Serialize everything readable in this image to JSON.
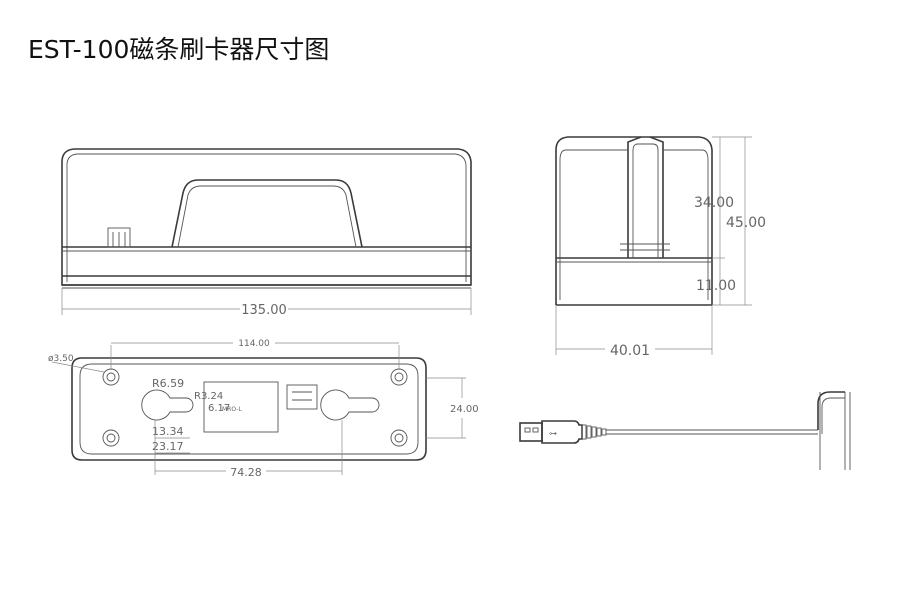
{
  "title": "EST-100磁条刷卡器尺寸图",
  "views": {
    "front": {
      "width": "135.00"
    },
    "side": {
      "height_upper": "34.00",
      "height_total": "45.00",
      "height_base": "11.00",
      "depth": "40.01"
    },
    "bottom": {
      "hole_spacing": "114.00",
      "hole_dia": "ø3.50",
      "slot_radius_large": "R6.59",
      "slot_radius_small": "R3.24",
      "slot_width": "6.17",
      "slot_offset": "13.34",
      "slot_length": "23.17",
      "slot_spacing": "74.28",
      "hole_span": "24.00",
      "label": "MRO-L"
    }
  },
  "cable": {
    "label": "USB"
  }
}
